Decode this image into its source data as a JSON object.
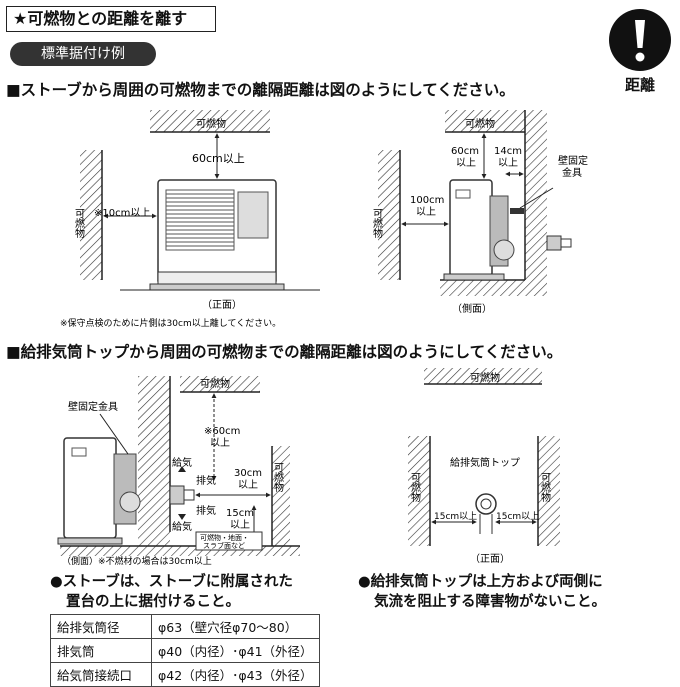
{
  "header": {
    "title": "★可燃物との距離を離す",
    "subtitle": "標準据付け例",
    "warning_label": "距離"
  },
  "section1": {
    "heading": "■ストーブから周囲の可燃物までの離隔距離は図のようにしてください。",
    "front": {
      "top_label": "可燃物",
      "top_dist": "60cm以上",
      "side_label": "可燃物",
      "side_dist": "※10cm以上",
      "caption": "（正面）"
    },
    "side": {
      "top_label": "可燃物",
      "dist_60_a": "60cm",
      "dist_60_b": "以上",
      "dist_14_a": "14cm",
      "dist_14_b": "以上",
      "bracket_a": "壁固定",
      "bracket_b": "金具",
      "dist_100_a": "100cm",
      "dist_100_b": "以上",
      "side_label": "可燃物",
      "caption": "（側面）"
    },
    "note": "※保守点検のために片側は30cm以上離してください。"
  },
  "section2": {
    "heading": "■給排気筒トップから周囲の可燃物までの離隔距離は図のようにしてください。",
    "side": {
      "bracket_label": "壁固定金具",
      "top_label": "可燃物",
      "dist_60_a": "※60cm",
      "dist_60_b": "以上",
      "intake_top": "給気",
      "exhaust_top": "排気",
      "dist_30_a": "30cm",
      "dist_30_b": "以上",
      "exhaust_bottom": "排気",
      "intake_bottom": "給気",
      "dist_15_a": "15cm",
      "dist_15_b": "以上",
      "side_label": "可燃物",
      "ground_a": "可燃物・地面・",
      "ground_b": "スラブ面など",
      "caption": "（側面）※不燃材の場合は30cm以上"
    },
    "front": {
      "top_label": "可燃物",
      "pipe_label": "給排気筒トップ",
      "left_label": "可燃物",
      "right_label": "可燃物",
      "left_dist": "15cm以上",
      "right_dist": "15cm以上",
      "caption": "（正面）"
    }
  },
  "bullets": {
    "left_1": "●ストーブは、ストーブに附属された",
    "left_2": "置台の上に据付けること。",
    "right_1": "●給排気筒トップは上方および両側に",
    "right_2": "気流を阻止する障害物がないこと。"
  },
  "spec_table": [
    {
      "label": "給排気筒径",
      "value": "φ63（壁穴径φ70〜80）"
    },
    {
      "label": "排気筒",
      "value": "φ40（内径）･φ41（外径）"
    },
    {
      "label": "給気筒接続口",
      "value": "φ42（内径）･φ43（外径）"
    }
  ]
}
